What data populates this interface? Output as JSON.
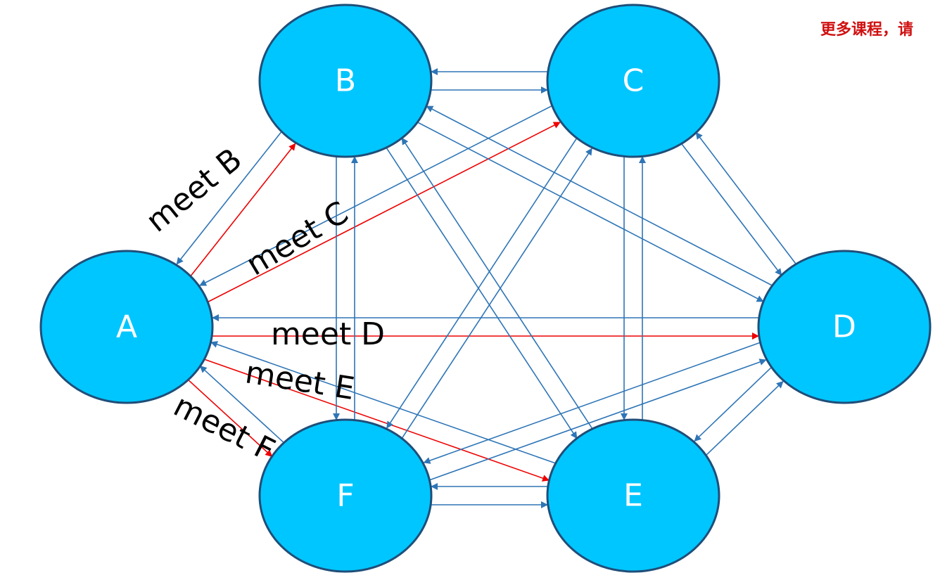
{
  "watermark": "更多课程，请",
  "colors": {
    "node_fill": "#00c6ff",
    "node_stroke": "#1f4e79",
    "edge_blue": "#2e75b6",
    "edge_red": "#ee0000",
    "node_text": "#ffffff",
    "label_text": "#000000",
    "watermark": "#d01010"
  },
  "nodes": [
    {
      "id": "A",
      "label": "A"
    },
    {
      "id": "B",
      "label": "B"
    },
    {
      "id": "C",
      "label": "C"
    },
    {
      "id": "D",
      "label": "D"
    },
    {
      "id": "E",
      "label": "E"
    },
    {
      "id": "F",
      "label": "F"
    }
  ],
  "edges": [
    {
      "from": "A",
      "to": "B",
      "color": "red"
    },
    {
      "from": "B",
      "to": "A",
      "color": "blue"
    },
    {
      "from": "A",
      "to": "C",
      "color": "red"
    },
    {
      "from": "C",
      "to": "A",
      "color": "blue"
    },
    {
      "from": "A",
      "to": "D",
      "color": "red"
    },
    {
      "from": "D",
      "to": "A",
      "color": "blue"
    },
    {
      "from": "A",
      "to": "E",
      "color": "red"
    },
    {
      "from": "E",
      "to": "A",
      "color": "blue"
    },
    {
      "from": "A",
      "to": "F",
      "color": "red"
    },
    {
      "from": "F",
      "to": "A",
      "color": "blue"
    },
    {
      "from": "B",
      "to": "C",
      "color": "blue"
    },
    {
      "from": "C",
      "to": "B",
      "color": "blue"
    },
    {
      "from": "B",
      "to": "F",
      "color": "blue"
    },
    {
      "from": "F",
      "to": "B",
      "color": "blue"
    },
    {
      "from": "B",
      "to": "D",
      "color": "blue"
    },
    {
      "from": "D",
      "to": "B",
      "color": "blue"
    },
    {
      "from": "B",
      "to": "E",
      "color": "blue"
    },
    {
      "from": "E",
      "to": "B",
      "color": "blue"
    },
    {
      "from": "C",
      "to": "D",
      "color": "blue"
    },
    {
      "from": "D",
      "to": "C",
      "color": "blue"
    },
    {
      "from": "C",
      "to": "E",
      "color": "blue"
    },
    {
      "from": "E",
      "to": "C",
      "color": "blue"
    },
    {
      "from": "C",
      "to": "F",
      "color": "blue"
    },
    {
      "from": "F",
      "to": "C",
      "color": "blue"
    },
    {
      "from": "F",
      "to": "E",
      "color": "blue"
    },
    {
      "from": "E",
      "to": "F",
      "color": "blue"
    },
    {
      "from": "D",
      "to": "E",
      "color": "blue"
    },
    {
      "from": "E",
      "to": "D",
      "color": "blue"
    },
    {
      "from": "D",
      "to": "F",
      "color": "blue"
    },
    {
      "from": "F",
      "to": "D",
      "color": "blue"
    }
  ],
  "edge_labels": [
    {
      "edge": "A-B",
      "text": "meet B"
    },
    {
      "edge": "A-C",
      "text": "meet C"
    },
    {
      "edge": "A-D",
      "text": "meet D"
    },
    {
      "edge": "A-E",
      "text": "meet E"
    },
    {
      "edge": "A-F",
      "text": "meet F"
    }
  ]
}
